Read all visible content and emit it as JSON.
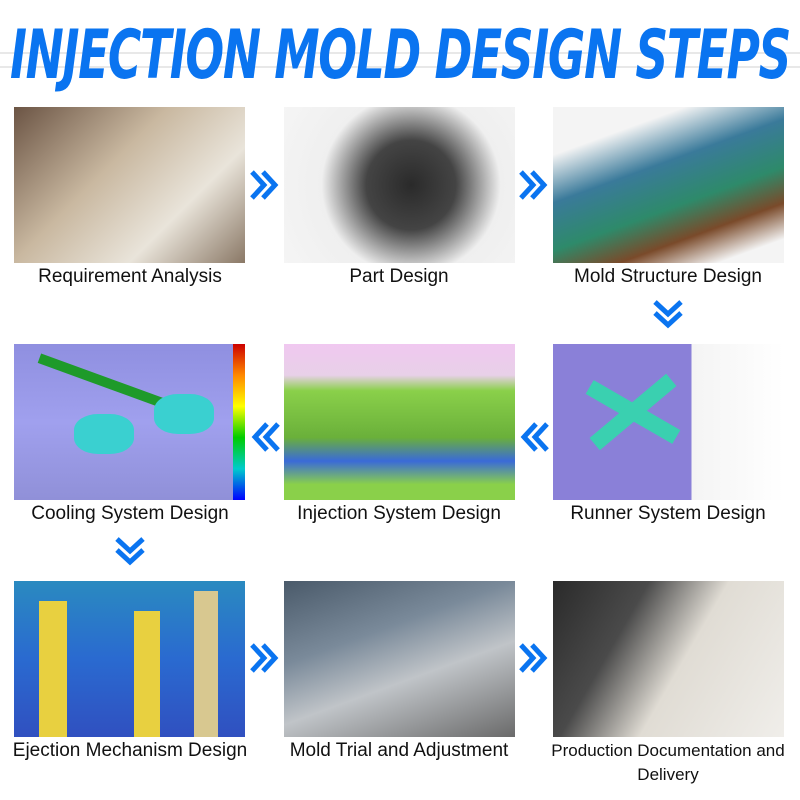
{
  "title": "INJECTION MOLD DESIGN STEPS",
  "accent_color": "#0a74f0",
  "steps": [
    {
      "label": "Requirement Analysis",
      "image": "meeting-photo"
    },
    {
      "label": "Part Design",
      "image": "exploded-part-render"
    },
    {
      "label": "Mold Structure Design",
      "image": "cad-mold-model"
    },
    {
      "label": "Runner System Design",
      "image": "cad-runner-model"
    },
    {
      "label": "Injection System Design",
      "image": "cad-injection-section"
    },
    {
      "label": "Cooling System Design",
      "image": "cooling-simulation"
    },
    {
      "label": "Ejection Mechanism Design",
      "image": "cad-ejector-pins"
    },
    {
      "label": "Mold Trial and Adjustment",
      "image": "workers-mold-photo"
    },
    {
      "label": "Production Documentation and Delivery",
      "image": "handshake-photo"
    }
  ],
  "arrows": [
    "right",
    "right",
    "down",
    "left",
    "left",
    "down",
    "right",
    "right"
  ]
}
